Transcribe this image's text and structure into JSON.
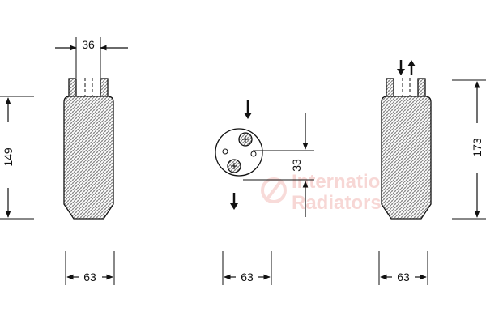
{
  "views": {
    "left": {
      "top_width_label": "36",
      "height_label": "149",
      "base_width_label": "63"
    },
    "middle": {
      "port_spacing_label": "33",
      "base_width_label": "63"
    },
    "right": {
      "height_label": "173",
      "base_width_label": "63"
    }
  },
  "watermark": {
    "line1": "International",
    "line2": "Radiators"
  },
  "colors": {
    "line": "#111111",
    "watermark": "#f2b8b4"
  }
}
